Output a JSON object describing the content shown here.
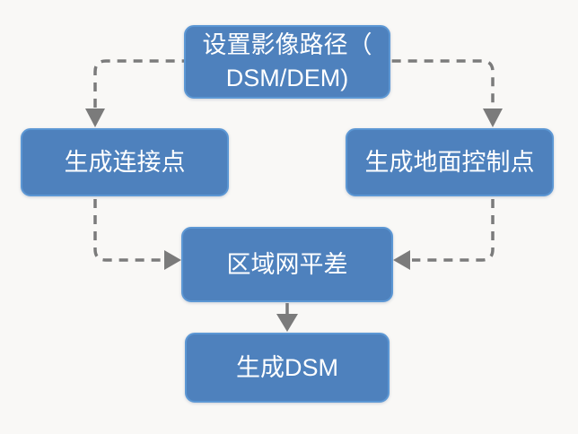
{
  "style": {
    "background": "#F9F8F6",
    "node_fill": "#4E81BD",
    "node_border": "#5C97D4",
    "node_text_color": "#FFFFFF",
    "connector_color": "#7B7B7B"
  },
  "flowchart": {
    "nodes": [
      {
        "id": "set-image-path",
        "label": "设置影像路径（\nDSM/DEM)"
      },
      {
        "id": "generate-tie-points",
        "label": "生成连接点"
      },
      {
        "id": "generate-ground-control-points",
        "label": "生成地面控制点"
      },
      {
        "id": "block-adjustment",
        "label": "区域网平差"
      },
      {
        "id": "generate-dsm",
        "label": "生成DSM"
      }
    ],
    "edges": [
      {
        "from": "set-image-path",
        "to": "generate-tie-points",
        "style": "dashed"
      },
      {
        "from": "set-image-path",
        "to": "generate-ground-control-points",
        "style": "dashed"
      },
      {
        "from": "generate-tie-points",
        "to": "block-adjustment",
        "style": "dashed"
      },
      {
        "from": "generate-ground-control-points",
        "to": "block-adjustment",
        "style": "dashed"
      },
      {
        "from": "block-adjustment",
        "to": "generate-dsm",
        "style": "solid"
      }
    ]
  }
}
